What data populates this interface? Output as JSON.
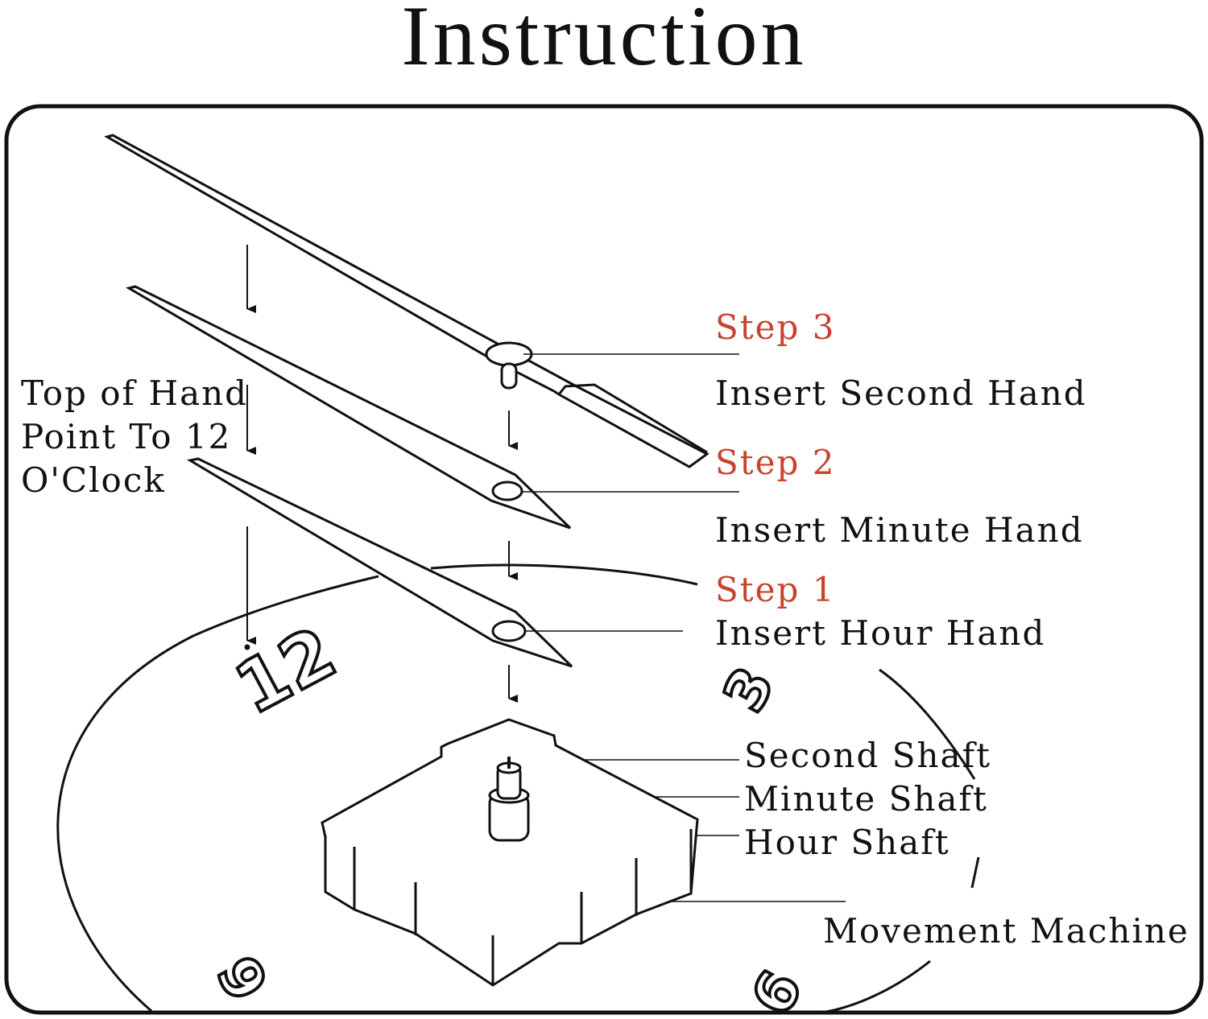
{
  "title": "Instruction",
  "note": {
    "line1": "Top of Hand",
    "line2": "Point To 12",
    "line3": "O'Clock"
  },
  "steps": {
    "step3": {
      "label": "Step 3",
      "text": "Insert Second Hand"
    },
    "step2": {
      "label": "Step 2",
      "text": "Insert Minute Hand"
    },
    "step1": {
      "label": "Step 1",
      "text": "Insert Hour Hand"
    }
  },
  "parts": {
    "second_shaft": "Second Shaft",
    "minute_shaft": "Minute Shaft",
    "hour_shaft": "Hour Shaft",
    "movement": "Movement Machine"
  },
  "dial_numbers": {
    "twelve": "12",
    "three": "3",
    "six": "6",
    "nine": "9"
  },
  "colors": {
    "step_accent": "#c8422d",
    "ink": "#111111"
  }
}
